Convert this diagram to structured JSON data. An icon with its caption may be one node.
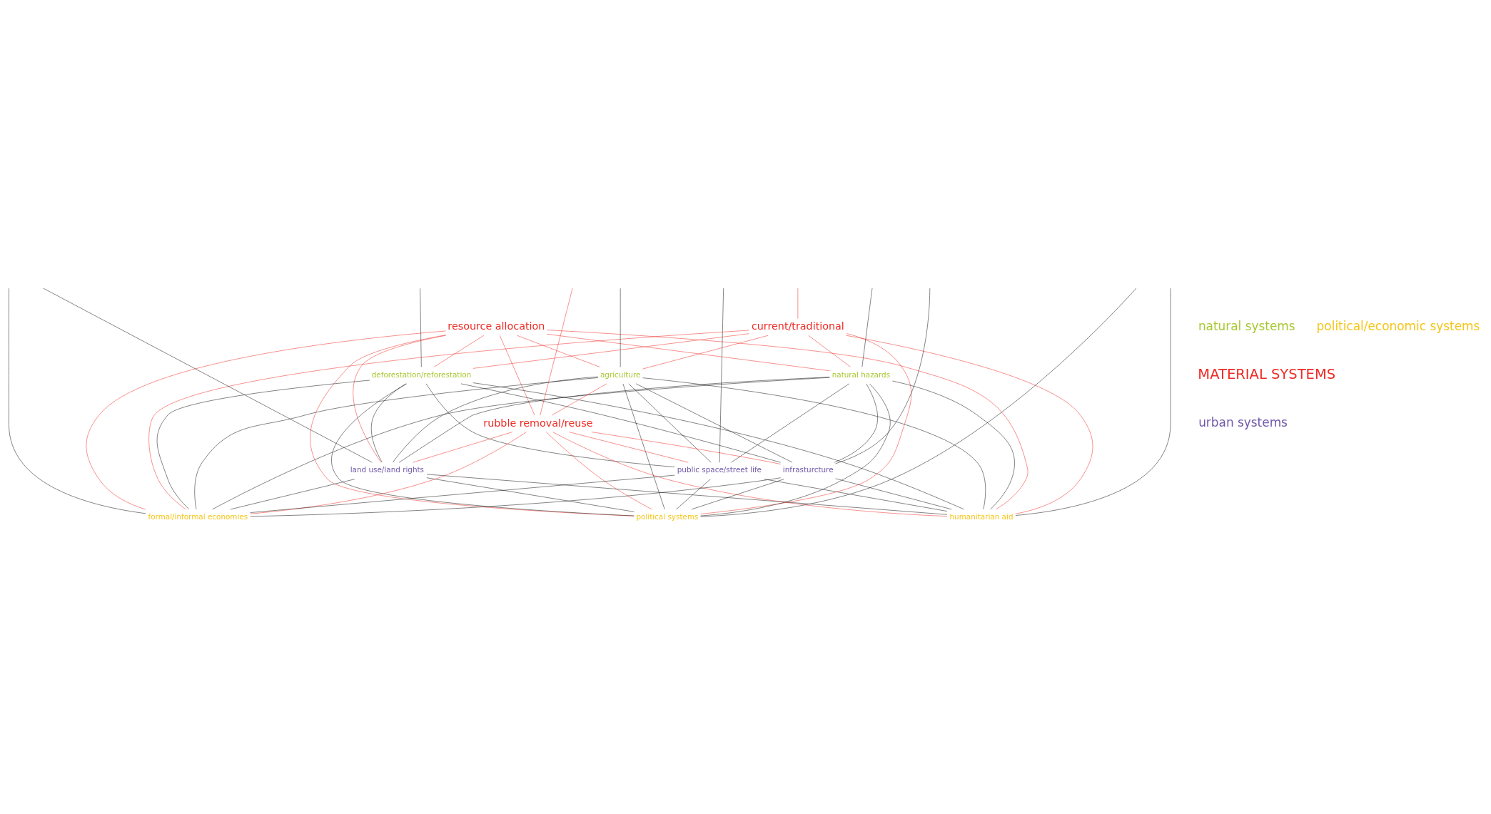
{
  "diagram": {
    "nodes": [
      {
        "text": [
          "current/traditional"
        ]
      },
      {
        "text": [
          "resource allocation"
        ]
      },
      {
        "text": [
          "natural hazards"
        ]
      },
      {
        "text": [
          "agriculture"
        ]
      },
      {
        "text": [
          "deforestation/reforestation"
        ]
      },
      {
        "text": [
          "rubble removal/reuse"
        ]
      },
      {
        "text": [
          "land use/land rights"
        ]
      },
      {
        "text": [
          "public space/street life"
        ]
      },
      {
        "text": [
          "infrasturcture"
        ]
      },
      {
        "text": [
          "formal/informal economies"
        ]
      },
      {
        "text": [
          "humanitarian aid"
        ]
      },
      {
        "text": [
          "political systems"
        ]
      }
    ],
    "edges": [
      {
        "from": null,
        "to": 0,
        "arrow": "none",
        "color": "#ee2a24"
      },
      {
        "from": 0,
        "to": 2,
        "arrow": "none",
        "color": "#ee2a24"
      },
      {
        "from": 0,
        "to": 3,
        "arrow": "none",
        "color": "#ee2a24"
      },
      {
        "from": 0,
        "to": 4,
        "arrow": "none",
        "color": "#ee2a24"
      },
      {
        "from": 0,
        "to": 9,
        "arrow": "none",
        "color": "#ee2a24"
      },
      {
        "from": 0,
        "to": 10,
        "arrow": "none",
        "color": "#ee2a24"
      },
      {
        "from": 0,
        "to": 11,
        "arrow": "none",
        "color": "#ee2a24"
      },
      {
        "from": 1,
        "to": 2,
        "arrow": "none",
        "color": "#ee2a24"
      },
      {
        "from": 1,
        "to": 3,
        "arrow": "none",
        "color": "#ee2a24"
      },
      {
        "from": 1,
        "to": 4,
        "arrow": "none",
        "color": "#ee2a24"
      },
      {
        "from": 1,
        "to": 6,
        "arrow": "none",
        "color": "#ee2a24"
      },
      {
        "from": 1,
        "to": 9,
        "arrow": "none",
        "color": "#ee2a24"
      },
      {
        "from": 1,
        "to": 10,
        "arrow": "none",
        "color": "#ee2a24"
      },
      {
        "from": 1,
        "to": 11,
        "arrow": "none",
        "color": "#ee2a24"
      },
      {
        "from": 5,
        "to": 1,
        "arrow": "none",
        "color": "#ee2a24"
      },
      {
        "from": null,
        "to": 5,
        "arrow": "none",
        "color": "#ee2a24"
      },
      {
        "from": 5,
        "to": 3,
        "arrow": "none",
        "color": "#ee2a24"
      },
      {
        "from": 5,
        "to": 6,
        "arrow": "none",
        "color": "#ee2a24"
      },
      {
        "from": 5,
        "to": 7,
        "arrow": "none",
        "color": "#ee2a24"
      },
      {
        "from": 5,
        "to": 8,
        "arrow": "none",
        "color": "#ee2a24"
      },
      {
        "from": 5,
        "to": 9,
        "arrow": "none",
        "color": "#ee2a24"
      },
      {
        "from": 5,
        "to": 10,
        "arrow": "none",
        "color": "#ee2a24"
      },
      {
        "from": 5,
        "to": 11,
        "arrow": "none",
        "color": "#ee2a24"
      },
      {
        "from": null,
        "to": 2,
        "arrow": "none"
      },
      {
        "from": null,
        "to": 3,
        "arrow": "none"
      },
      {
        "from": null,
        "to": 4,
        "arrow": "none"
      },
      {
        "from": null,
        "to": 6,
        "arrow": "none"
      },
      {
        "from": null,
        "to": 7,
        "arrow": "none"
      },
      {
        "from": null,
        "to": 8,
        "arrow": "none"
      },
      {
        "from": null,
        "to": 9,
        "arrow": "none"
      },
      {
        "from": null,
        "to": 10,
        "arrow": "none"
      },
      {
        "from": null,
        "to": 11,
        "arrow": "none"
      },
      {
        "from": 6,
        "to": 2,
        "arrow": "none"
      },
      {
        "from": 6,
        "to": 3,
        "arrow": "none"
      },
      {
        "from": 6,
        "to": 4,
        "arrow": "none"
      },
      {
        "from": 7,
        "to": 2,
        "arrow": "none"
      },
      {
        "from": 7,
        "to": 3,
        "arrow": "none"
      },
      {
        "from": 7,
        "to": 4,
        "arrow": "none"
      },
      {
        "from": 8,
        "to": 2,
        "arrow": "none"
      },
      {
        "from": 8,
        "to": 3,
        "arrow": "none"
      },
      {
        "from": 8,
        "to": 4,
        "arrow": "none"
      },
      {
        "from": 6,
        "to": 9,
        "arrow": "none"
      },
      {
        "from": 6,
        "to": 10,
        "arrow": "none"
      },
      {
        "from": 6,
        "to": 11,
        "arrow": "none"
      },
      {
        "from": 7,
        "to": 9,
        "arrow": "none"
      },
      {
        "from": 7,
        "to": 10,
        "arrow": "none"
      },
      {
        "from": 7,
        "to": 11,
        "arrow": "none"
      },
      {
        "from": 8,
        "to": 9,
        "arrow": "none"
      },
      {
        "from": 8,
        "to": 10,
        "arrow": "none"
      },
      {
        "from": 8,
        "to": 11,
        "arrow": "none"
      },
      {
        "from": 2,
        "to": 9,
        "arrow": "none"
      },
      {
        "from": 2,
        "to": 10,
        "arrow": "none"
      },
      {
        "from": 2,
        "to": 11,
        "arrow": "none"
      },
      {
        "from": 3,
        "to": 9,
        "arrow": "none"
      },
      {
        "from": 3,
        "to": 10,
        "arrow": "none"
      },
      {
        "from": 3,
        "to": 11,
        "arrow": "none"
      },
      {
        "from": 4,
        "to": 9,
        "arrow": "none"
      },
      {
        "from": 4,
        "to": 10,
        "arrow": "none"
      },
      {
        "from": 4,
        "to": 11,
        "arrow": "none"
      }
    ],
    "labels": [
      "natural systems",
      "MATERIAL SYSTEMS",
      "urban systems",
      "political/economic systems"
    ]
  }
}
